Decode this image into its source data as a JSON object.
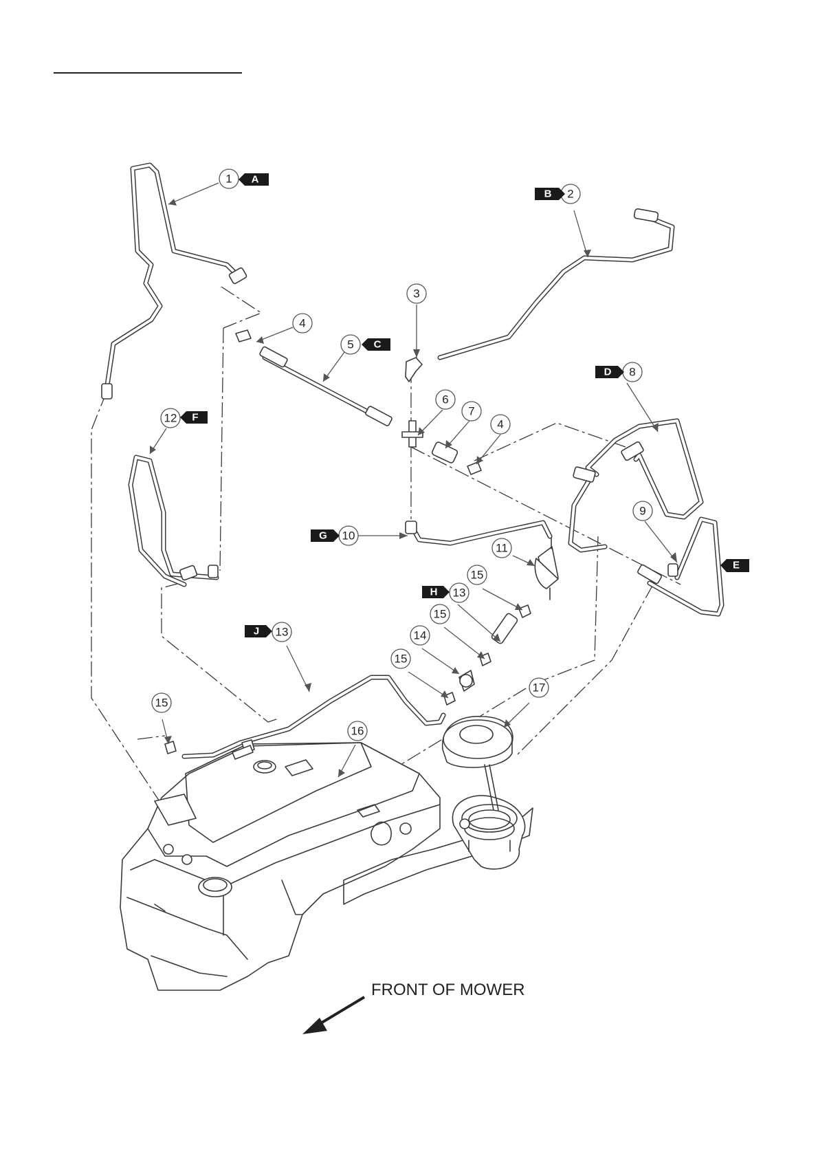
{
  "title": "",
  "callouts": [
    "1",
    "2",
    "3",
    "4",
    "4",
    "5",
    "6",
    "7",
    "8",
    "9",
    "10",
    "11",
    "12",
    "13",
    "13",
    "14",
    "15",
    "15",
    "15",
    "15",
    "16",
    "17"
  ],
  "tags": [
    "A",
    "B",
    "C",
    "D",
    "E",
    "F",
    "G",
    "H",
    "J"
  ],
  "front_label": "FRONT OF MOWER",
  "colors": {
    "line": "#3a3a3a",
    "tag_fill": "#1a1a1a",
    "tag_text": "#ffffff"
  }
}
